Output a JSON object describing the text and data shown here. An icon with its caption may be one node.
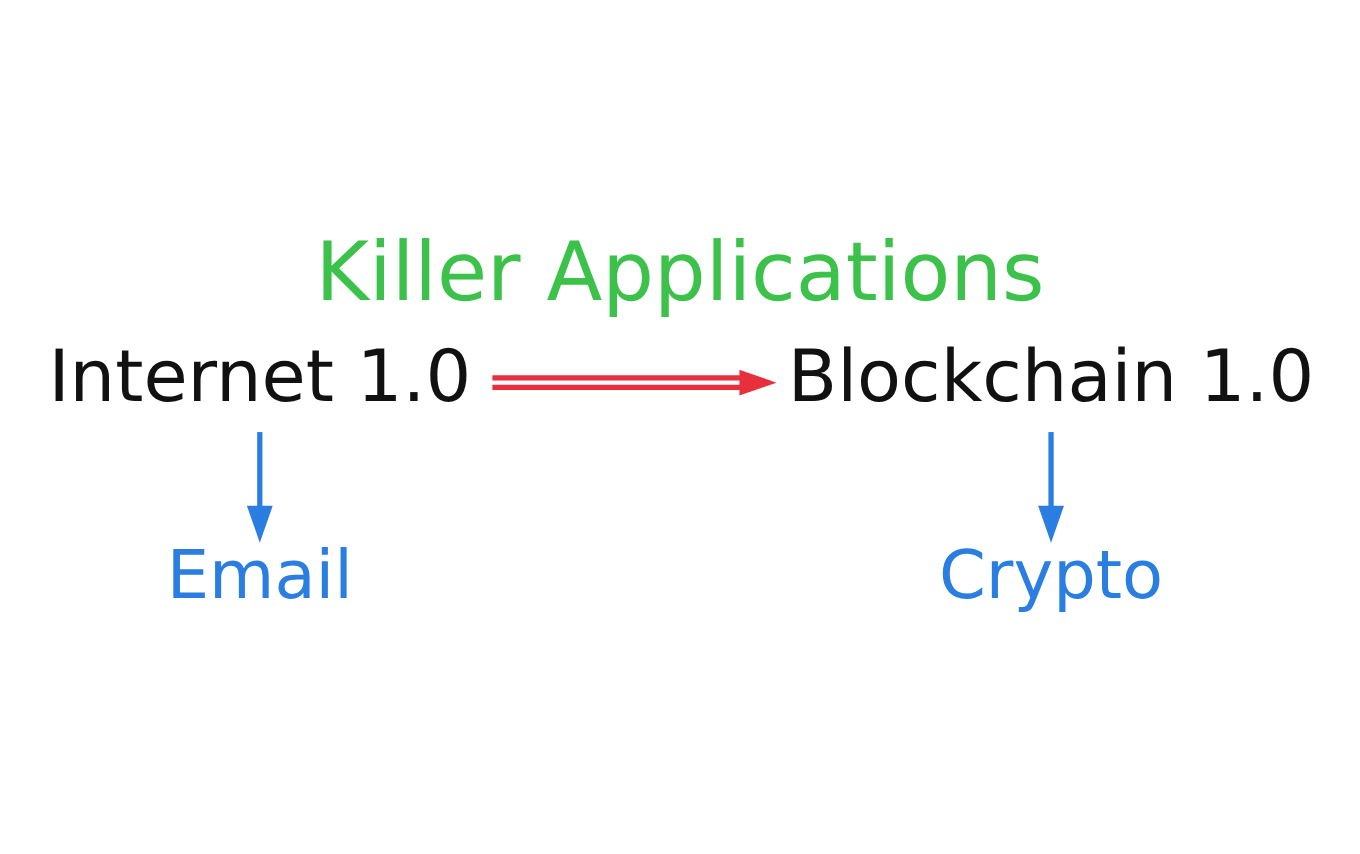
{
  "diagram": {
    "title": "Killer Applications",
    "nodes": [
      {
        "text": [
          "Internet 1.0"
        ]
      },
      {
        "text": [
          "Blockchain 1.0"
        ]
      },
      {
        "text": [
          "Email"
        ]
      },
      {
        "text": [
          "Crypto"
        ]
      }
    ],
    "edges": [
      {
        "from": 0,
        "to": 1,
        "arrow": "to",
        "color": "#e8303c"
      },
      {
        "from": 0,
        "to": 2,
        "arrow": "to"
      },
      {
        "from": 1,
        "to": 3,
        "arrow": "to"
      }
    ]
  }
}
